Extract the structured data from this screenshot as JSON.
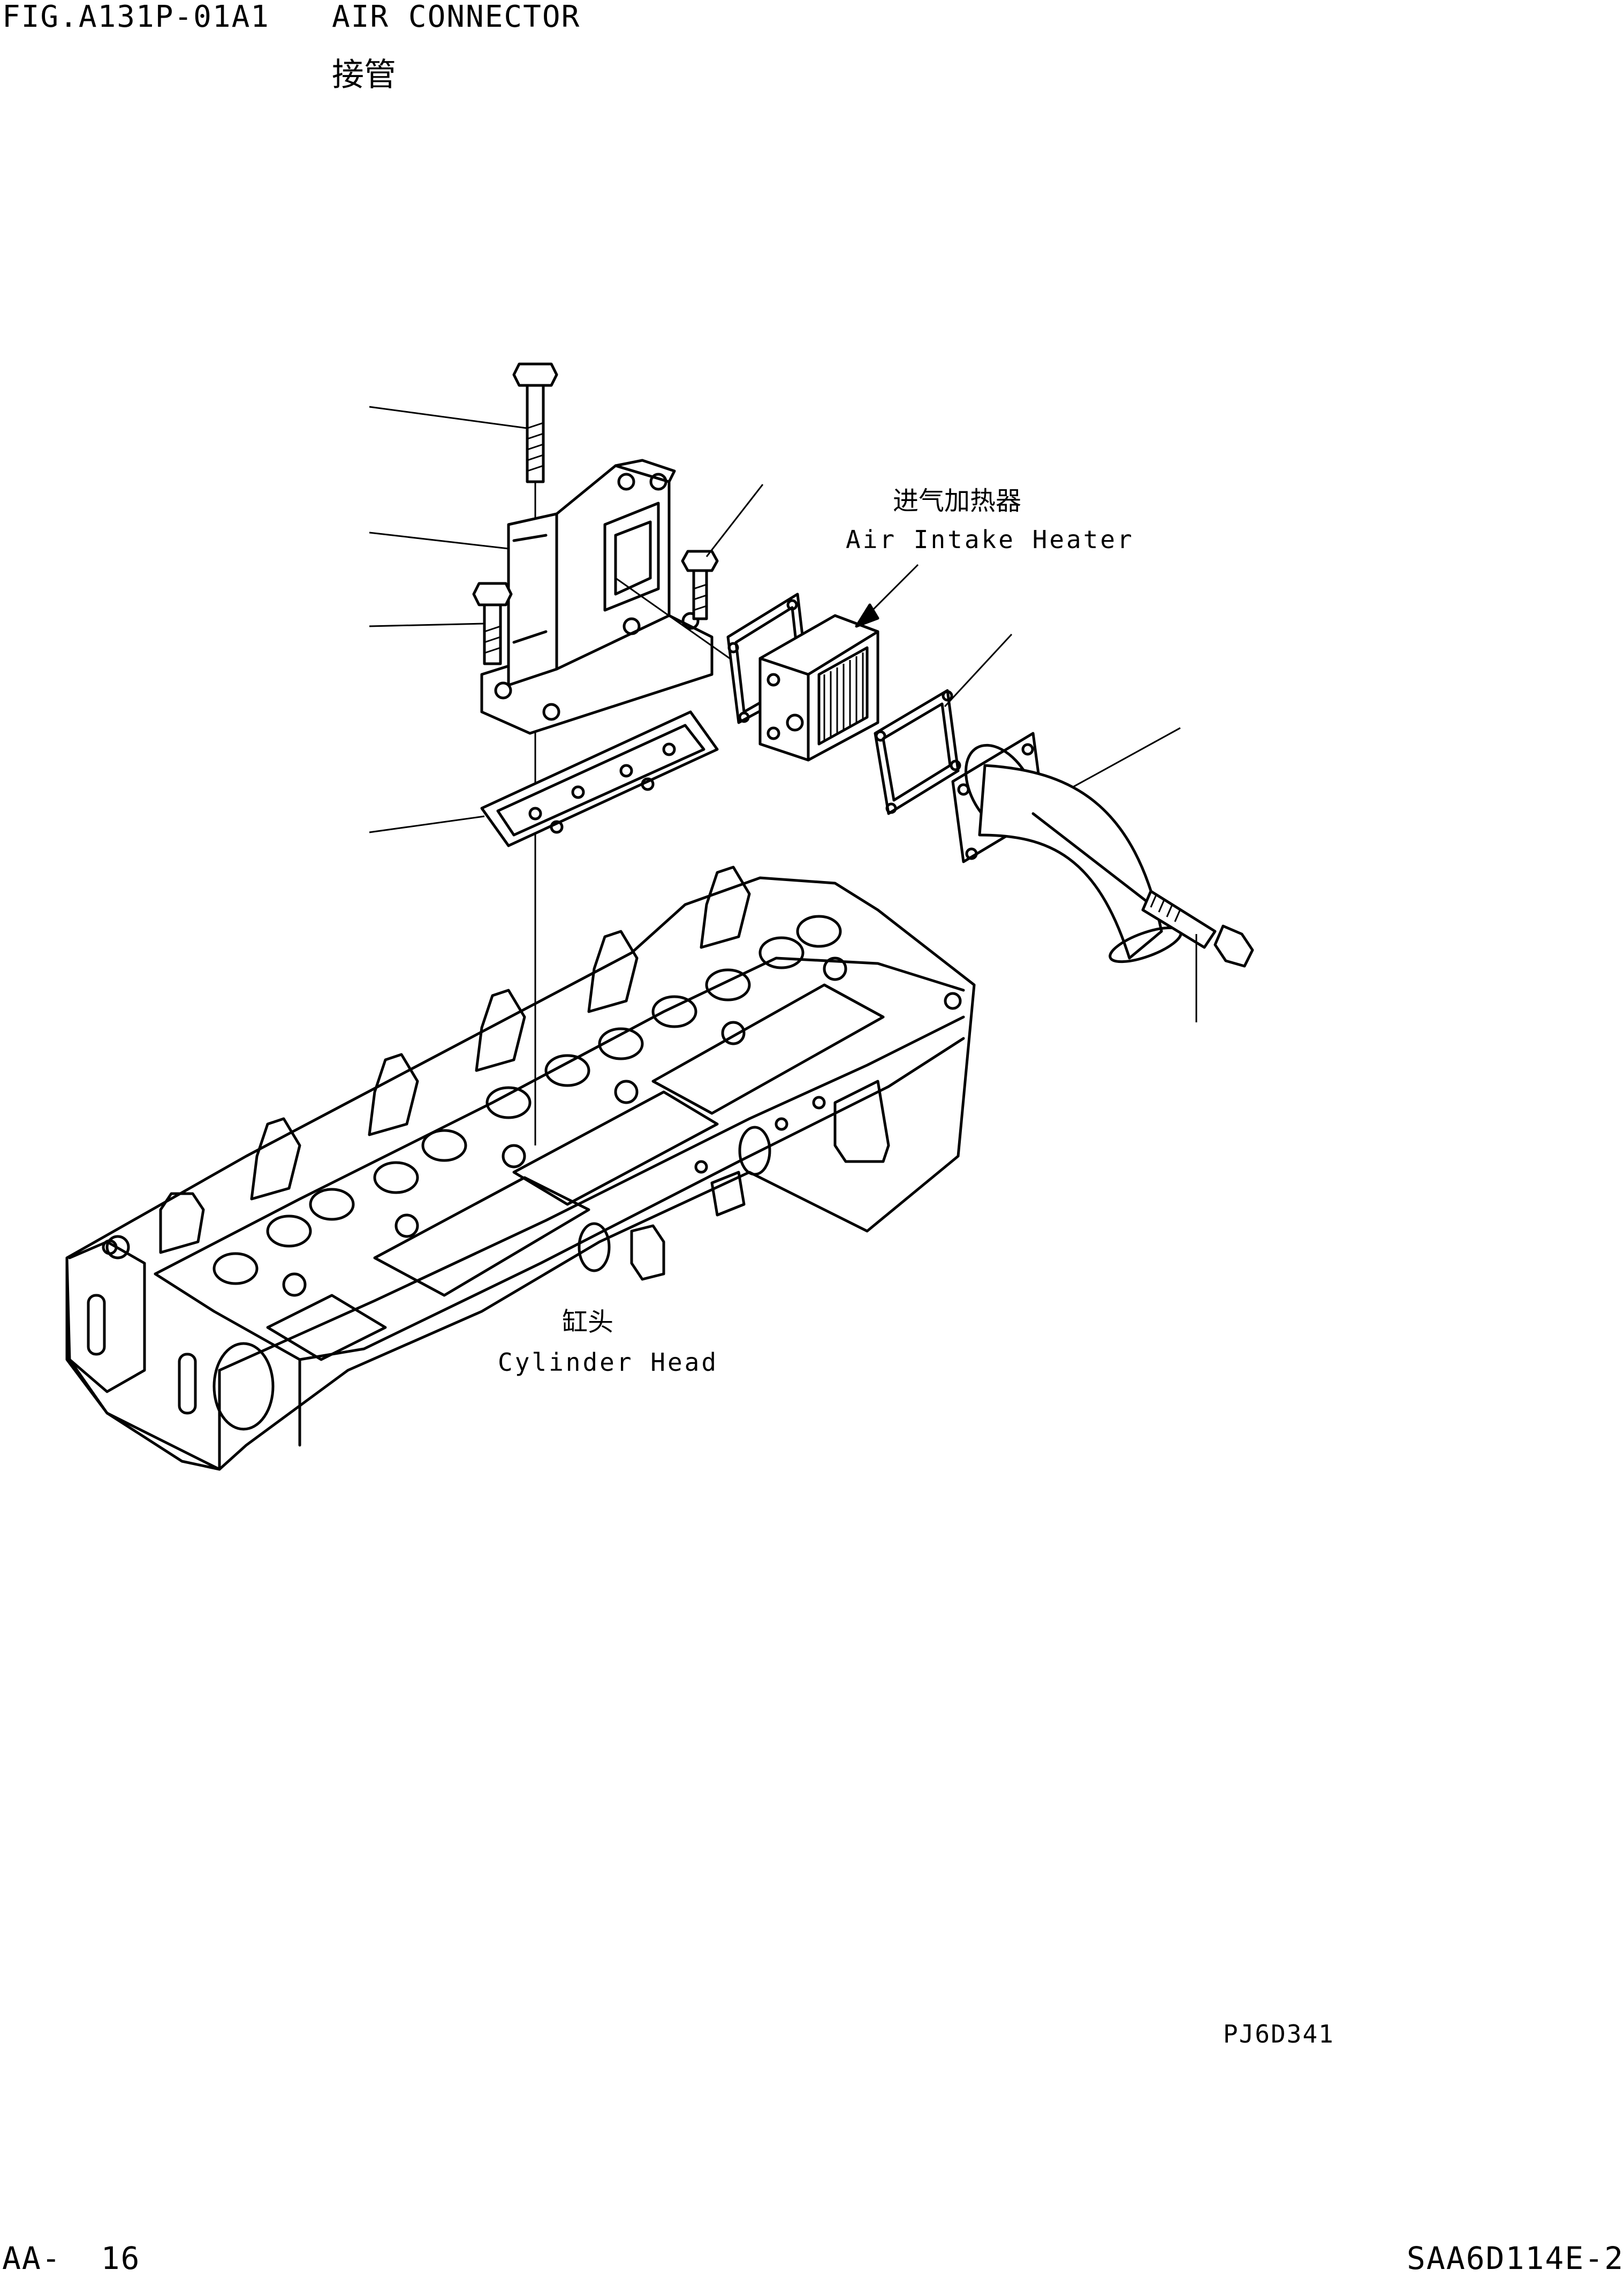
{
  "header": {
    "figure_number": "FIG.A131P-01A1",
    "title_en": "AIR CONNECTOR",
    "title_zh": "接管"
  },
  "diagram": {
    "labels": {
      "air_intake_heater_zh": "进气加热器",
      "air_intake_heater_en": "Air Intake Heater",
      "cylinder_head_zh": "缸头",
      "cylinder_head_en": "Cylinder Head"
    },
    "drawing_code": "PJ6D341"
  },
  "footer": {
    "page": "AA-  16",
    "model": "SAA6D114E-2"
  }
}
